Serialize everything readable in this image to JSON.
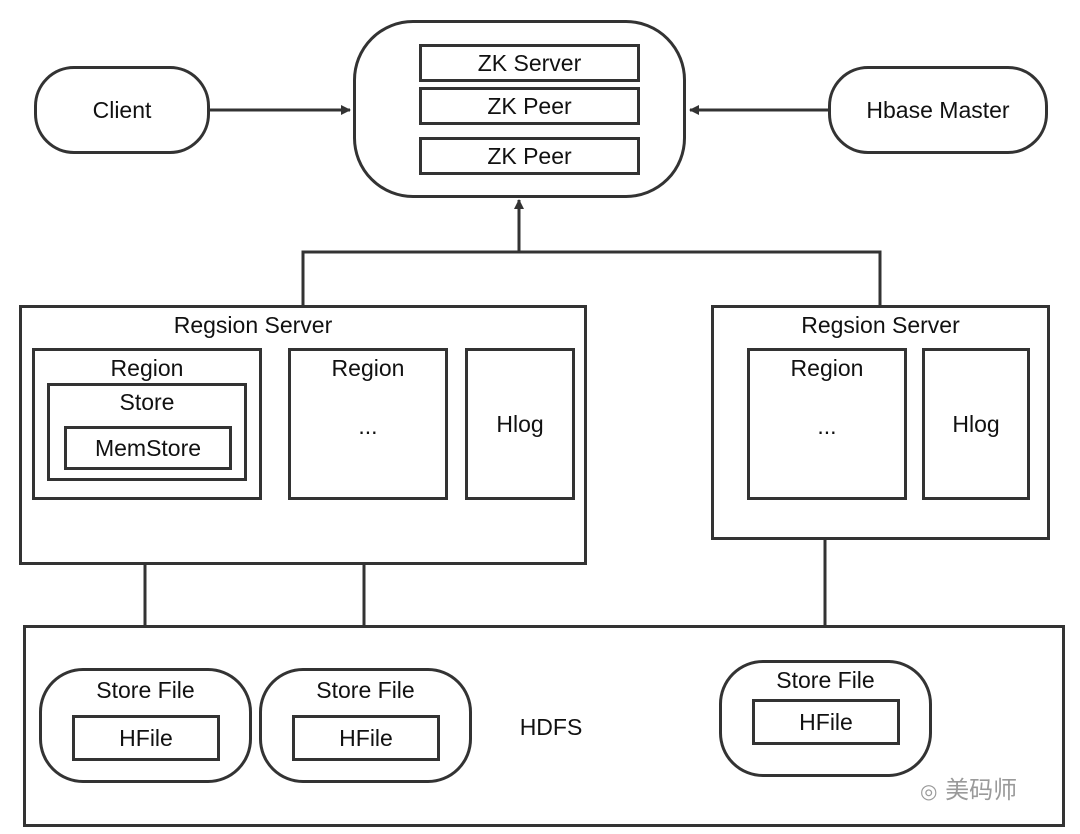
{
  "client": "Client",
  "hbase_master": "Hbase Master",
  "zookeeper": {
    "items": [
      "ZK Server",
      "ZK Peer",
      "ZK Peer"
    ]
  },
  "region_server_left": {
    "title": "Regsion Server",
    "region1": {
      "title": "Region",
      "store": "Store",
      "memstore": "MemStore"
    },
    "region2": {
      "title": "Region",
      "ellipsis": "..."
    },
    "hlog": "Hlog"
  },
  "region_server_right": {
    "title": "Regsion Server",
    "region": {
      "title": "Region",
      "ellipsis": "..."
    },
    "hlog": "Hlog"
  },
  "hdfs": {
    "label": "HDFS",
    "store_files": [
      {
        "title": "Store File",
        "hfile": "HFile"
      },
      {
        "title": "Store File",
        "hfile": "HFile"
      },
      {
        "title": "Store File",
        "hfile": "HFile"
      }
    ]
  },
  "watermark": "美码师"
}
